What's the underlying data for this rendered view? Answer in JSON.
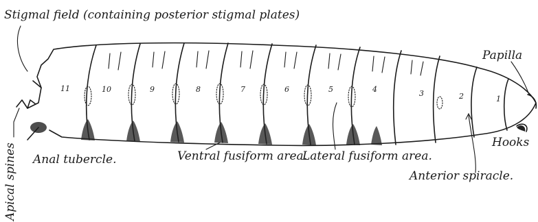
{
  "labels": {
    "stigmal_field": "Stigmal field (containing posterior stigmal plates)",
    "papilla": "Papilla",
    "hooks": "Hooks",
    "apical_spines": "Apical spines",
    "anal_tubercle": "Anal tubercle.",
    "ventral_fusiform": "Ventral fusiform area.",
    "lateral_fusiform": "Lateral fusiform area.",
    "anterior_spiracle": "Anterior spiracle."
  },
  "segments": [
    "11",
    "10",
    "9",
    "8",
    "7",
    "6",
    "5",
    "4",
    "3",
    "2",
    "1"
  ]
}
